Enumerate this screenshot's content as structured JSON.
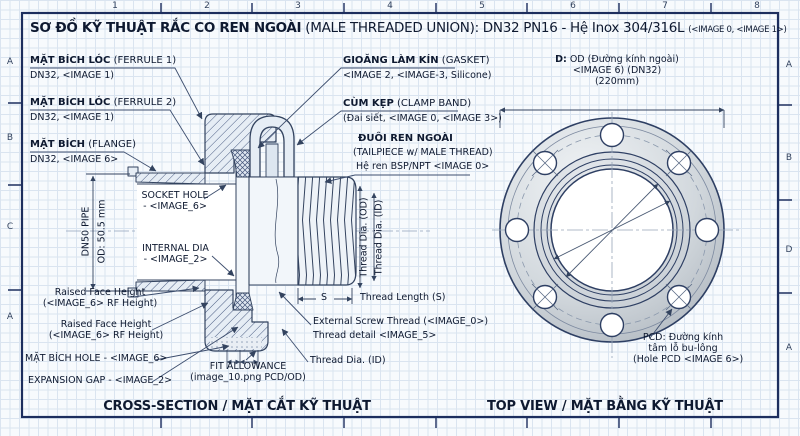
{
  "frame": {
    "top_numbers": [
      "1",
      "2",
      "3",
      "4",
      "5",
      "6",
      "7",
      "8"
    ],
    "left_letters": [
      "A",
      "B",
      "C",
      "A"
    ],
    "right_letters": [
      "A",
      "B",
      "D",
      "A"
    ]
  },
  "title": {
    "bold": "SƠ ĐỒ KỸ THUẬT RẮC CO REN NGOÀI",
    "regular": " (MALE THREADED UNION): DN32 PN16 - Hệ Inox 304/316L ",
    "note": "(<IMAGE 0, <IMAGE 1>)"
  },
  "cross_section": {
    "caption": "CROSS-SECTION / MẶT CẮT KỸ THUẬT",
    "labels": {
      "ferrule1": {
        "b": "MẶT BÍCH LÓC",
        "r": " (FERRULE 1)",
        "sub": "DN32, <IMAGE 1)"
      },
      "ferrule2": {
        "b": "MẶT BÍCH LÓC",
        "r": " (FERRULE 2)",
        "sub": "DN32, <IMAGE 1)"
      },
      "flange": {
        "b": "MẶT BÍCH",
        "r": " (FLANGE)",
        "sub": "DN32, <IMAGE 6>"
      },
      "gasket": {
        "b": "GIOĂNG LÀM KÍN",
        "r": " (GASKET)",
        "sub": "<IMAGE 2, <IMAGE-3, Silicone)"
      },
      "clamp": {
        "b": "CÙM KẸP",
        "r": " (CLAMP BAND)",
        "sub": "(Đai siết, <IMAGE 0, <IMAGE 3>)"
      },
      "tailpiece": {
        "b": "ĐUÔI REN NGOÀI",
        "sub": "(TAILPIECE w/ MALE THREAD)",
        "sub2": "Hệ ren BSP/NPT <IMAGE 0>"
      },
      "socket_hole": {
        "line1": "SOCKET HOLE",
        "line2": "- <IMAGE_6>"
      },
      "internal_dia": {
        "line1": "INTERNAL DIA",
        "line2": "- <IMAGE_2>"
      },
      "dn50_pipe": {
        "line1": "DN50 PIPE",
        "line2": "OD: 50.5 mm"
      },
      "rf1": {
        "line1": "Raised Face Height",
        "line2": "(<IMAGE_6> RF Height)"
      },
      "rf2": {
        "line1": "Raised Face Height",
        "line2": "(<IMAGE_6> RF Height)"
      },
      "flange_hole": "MẶT BÍCH HOLE - <IMAGE_6>",
      "expansion_gap": "EXPANSION GAP - <IMAGE_2>",
      "fit_allowance": {
        "line1": "FIT ALLOWANCE",
        "line2": "(image_10.png PCD/OD)"
      },
      "s_label": "S",
      "thread_length": "Thread Length (S)",
      "ext_thread": {
        "line1": "External Screw Thread (<IMAGE_0>)",
        "line2": "Thread detail <IMAGE_5>"
      },
      "thread_dia_id_note": "Thread Dia. (ID)",
      "dim_thread_od": "Thread Dia. (OD)",
      "dim_thread_id": "Thread Dia. (ID)"
    }
  },
  "top_view": {
    "caption": "TOP VIEW / MẶT BẰNG KỸ THUẬT",
    "labels": {
      "od": {
        "b": "D:",
        "r": " OD (Đường kính ngoài)",
        "line2": "<IMAGE 6) (DN32)",
        "line3": "(220mm)"
      },
      "pcd": {
        "line1": "PCD: Đường kính",
        "line2": "tâm lỗ bu-lông",
        "line3": "(Hole PCD <IMAGE 6>)"
      }
    }
  },
  "colors": {
    "frame": "#1d2e5e",
    "ink": "#0e1930",
    "line": "#33435f",
    "grid": "#dae4f0",
    "metal": "#c3cad2"
  }
}
